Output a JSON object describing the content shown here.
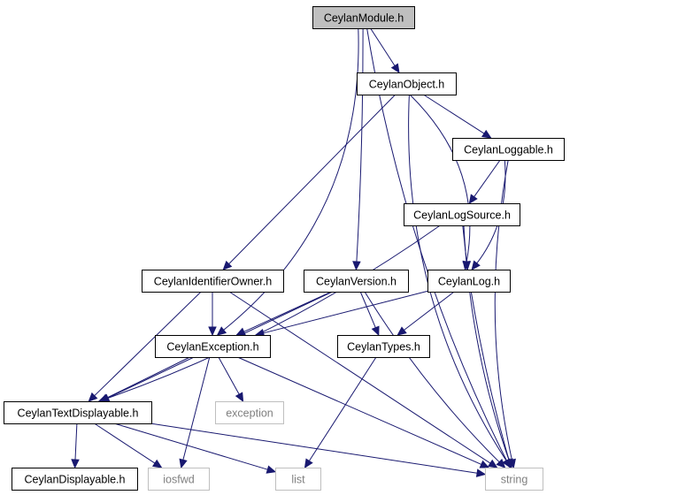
{
  "graph": {
    "nodes": [
      {
        "id": "module",
        "label": "CeylanModule.h",
        "kind": "root"
      },
      {
        "id": "object",
        "label": "CeylanObject.h",
        "kind": "documented"
      },
      {
        "id": "loggable",
        "label": "CeylanLoggable.h",
        "kind": "documented"
      },
      {
        "id": "logsource",
        "label": "CeylanLogSource.h",
        "kind": "documented"
      },
      {
        "id": "identifier",
        "label": "CeylanIdentifierOwner.h",
        "kind": "documented"
      },
      {
        "id": "version",
        "label": "CeylanVersion.h",
        "kind": "documented"
      },
      {
        "id": "log",
        "label": "CeylanLog.h",
        "kind": "documented"
      },
      {
        "id": "exception",
        "label": "CeylanException.h",
        "kind": "documented"
      },
      {
        "id": "types",
        "label": "CeylanTypes.h",
        "kind": "documented"
      },
      {
        "id": "textdisp",
        "label": "CeylanTextDisplayable.h",
        "kind": "documented"
      },
      {
        "id": "stdexception",
        "label": "exception",
        "kind": "external"
      },
      {
        "id": "displayable",
        "label": "CeylanDisplayable.h",
        "kind": "documented"
      },
      {
        "id": "iosfwd",
        "label": "iosfwd",
        "kind": "external"
      },
      {
        "id": "list",
        "label": "list",
        "kind": "external"
      },
      {
        "id": "string",
        "label": "string",
        "kind": "external"
      }
    ],
    "edges": [
      [
        "module",
        "object"
      ],
      [
        "module",
        "version"
      ],
      [
        "module",
        "exception"
      ],
      [
        "module",
        "string"
      ],
      [
        "object",
        "loggable"
      ],
      [
        "object",
        "identifier"
      ],
      [
        "object",
        "log"
      ],
      [
        "object",
        "string"
      ],
      [
        "loggable",
        "logsource"
      ],
      [
        "loggable",
        "log"
      ],
      [
        "loggable",
        "string"
      ],
      [
        "logsource",
        "log"
      ],
      [
        "logsource",
        "textdisp"
      ],
      [
        "logsource",
        "string"
      ],
      [
        "identifier",
        "exception"
      ],
      [
        "identifier",
        "textdisp"
      ],
      [
        "identifier",
        "string"
      ],
      [
        "version",
        "exception"
      ],
      [
        "version",
        "types"
      ],
      [
        "version",
        "textdisp"
      ],
      [
        "version",
        "string"
      ],
      [
        "log",
        "exception"
      ],
      [
        "log",
        "types"
      ],
      [
        "log",
        "string"
      ],
      [
        "exception",
        "textdisp"
      ],
      [
        "exception",
        "stdexception"
      ],
      [
        "exception",
        "iosfwd"
      ],
      [
        "exception",
        "string"
      ],
      [
        "types",
        "list"
      ],
      [
        "textdisp",
        "displayable"
      ],
      [
        "textdisp",
        "iosfwd"
      ],
      [
        "textdisp",
        "list"
      ],
      [
        "textdisp",
        "string"
      ]
    ]
  },
  "colors": {
    "edge": "#191970",
    "root_fill": "#bfbfbf",
    "node_border": "#000000",
    "external_border": "#bfbfbf",
    "external_text": "#7f7f7f"
  }
}
